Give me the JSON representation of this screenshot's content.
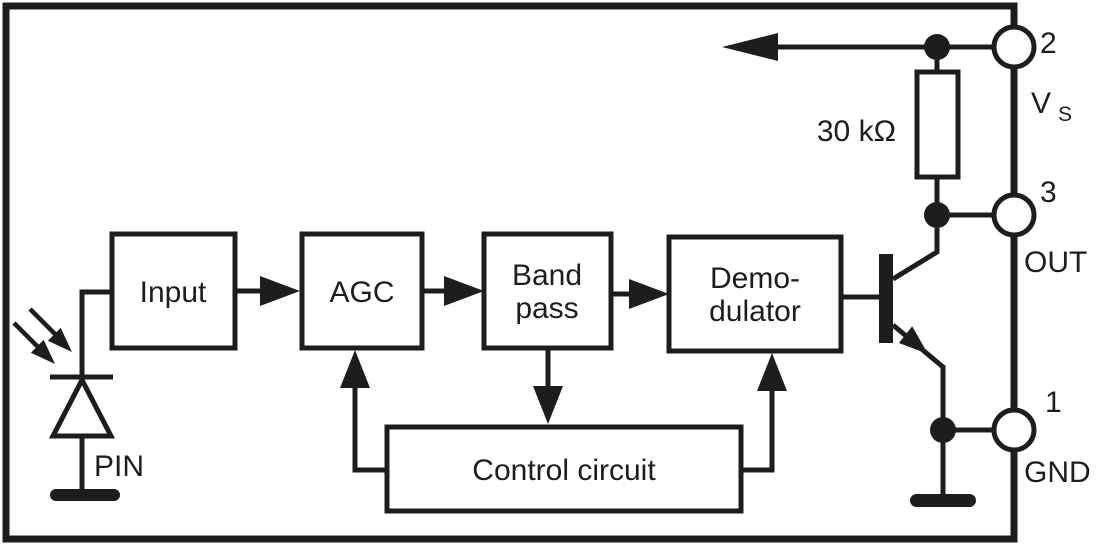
{
  "diagram": {
    "type": "block-diagram",
    "description": "IR receiver module internal block diagram with PIN photodiode, signal chain, control circuit, open-collector output stage and pin-out",
    "blocks": {
      "input": "Input",
      "agc": "AGC",
      "bandpass_line1": "Band",
      "bandpass_line2": "pass",
      "demod_line1": "Demo-",
      "demod_line2": "dulator",
      "control": "Control circuit"
    },
    "components": {
      "photodiode_label": "PIN",
      "resistor_value": "30 kΩ"
    },
    "pins": {
      "pin2": {
        "number": "2",
        "name_main": "V",
        "name_sub": "S"
      },
      "pin3": {
        "number": "3",
        "name": "OUT"
      },
      "pin1": {
        "number": "1",
        "name": "GND"
      }
    },
    "colors": {
      "ink": "#1d1d1b",
      "background": "#ffffff"
    }
  }
}
